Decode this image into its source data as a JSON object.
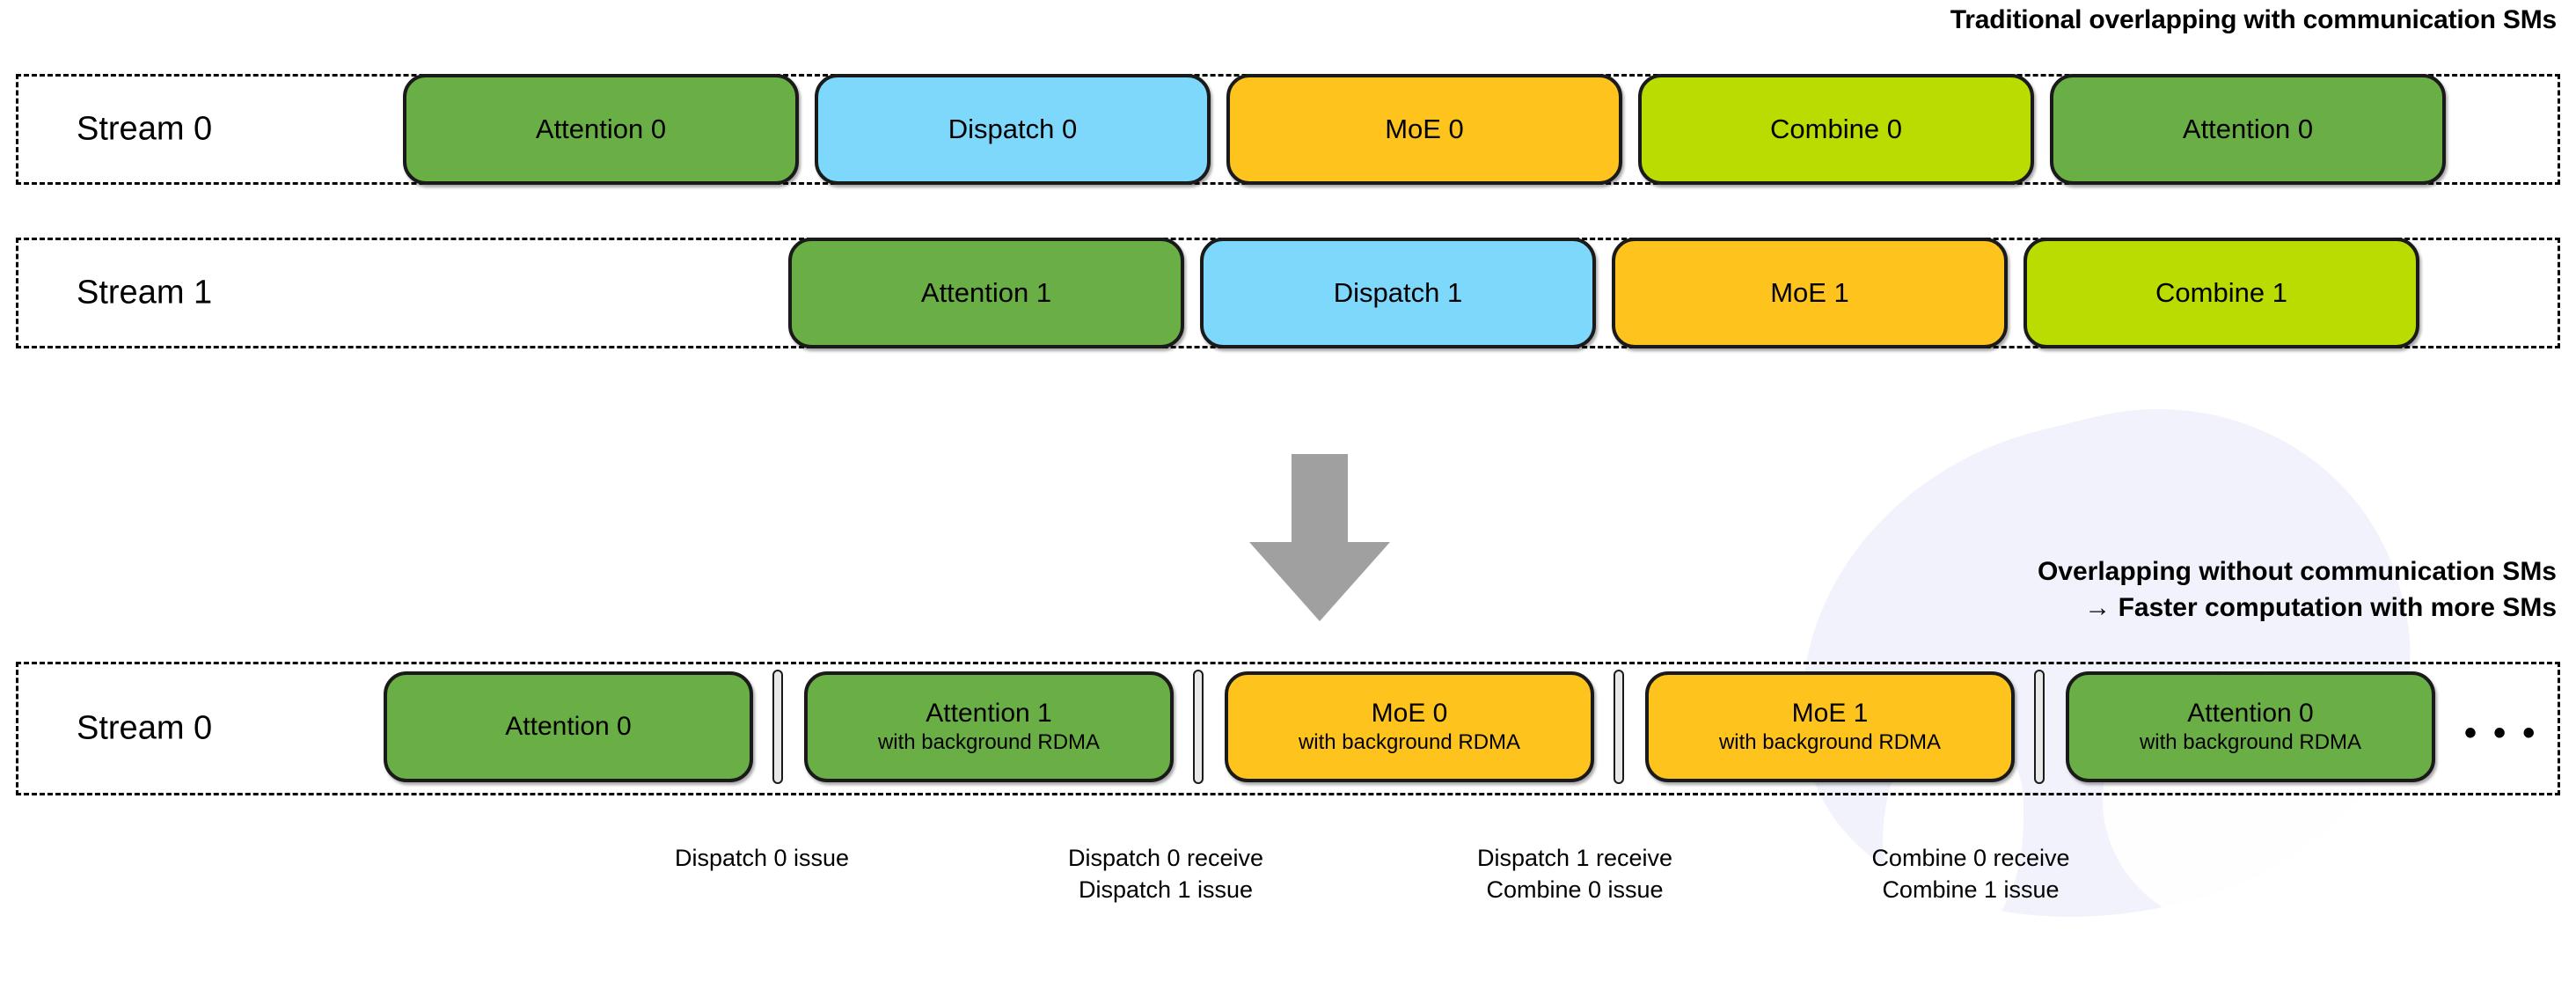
{
  "headings": {
    "top": "Traditional overlapping with communication SMs",
    "bottom_line1": "Overlapping without communication SMs",
    "bottom_line2": "→ Faster computation with more SMs"
  },
  "colors": {
    "attention": "#6aaf46",
    "dispatch": "#7ed8fb",
    "moe": "#ffc31e",
    "combine": "#bbdc00",
    "arrow": "#a0a0a0",
    "separator": "#e8e8e8",
    "outline": "#1a1a1a"
  },
  "icons": {
    "down_arrow": "down-arrow-icon",
    "ellipsis": "• • •"
  },
  "traditional": {
    "lanes": [
      {
        "label": "Stream 0",
        "blocks": [
          {
            "title": "Attention 0",
            "subtitle": "",
            "kind": "attention"
          },
          {
            "title": "Dispatch 0",
            "subtitle": "",
            "kind": "dispatch"
          },
          {
            "title": "MoE 0",
            "subtitle": "",
            "kind": "moe"
          },
          {
            "title": "Combine 0",
            "subtitle": "",
            "kind": "combine"
          },
          {
            "title": "Attention 0",
            "subtitle": "",
            "kind": "attention"
          }
        ]
      },
      {
        "label": "Stream 1",
        "blocks": [
          {
            "title": "Attention 1",
            "subtitle": "",
            "kind": "attention"
          },
          {
            "title": "Dispatch 1",
            "subtitle": "",
            "kind": "dispatch"
          },
          {
            "title": "MoE 1",
            "subtitle": "",
            "kind": "moe"
          },
          {
            "title": "Combine 1",
            "subtitle": "",
            "kind": "combine"
          }
        ]
      }
    ]
  },
  "optimized": {
    "lane": {
      "label": "Stream 0",
      "blocks": [
        {
          "title": "Attention 0",
          "subtitle": "",
          "kind": "attention"
        },
        {
          "title": "Attention 1",
          "subtitle": "with background RDMA",
          "kind": "attention"
        },
        {
          "title": "MoE 0",
          "subtitle": "with background RDMA",
          "kind": "moe"
        },
        {
          "title": "MoE 1",
          "subtitle": "with background RDMA",
          "kind": "moe"
        },
        {
          "title": "Attention 0",
          "subtitle": "with background RDMA",
          "kind": "attention"
        }
      ],
      "ellipsis": "• • •"
    },
    "notes": [
      {
        "line1": "Dispatch 0 issue",
        "line2": ""
      },
      {
        "line1": "Dispatch 0 receive",
        "line2": "Dispatch 1 issue"
      },
      {
        "line1": "Dispatch 1 receive",
        "line2": "Combine 0 issue"
      },
      {
        "line1": "Combine 0 receive",
        "line2": "Combine 1 issue"
      }
    ]
  }
}
